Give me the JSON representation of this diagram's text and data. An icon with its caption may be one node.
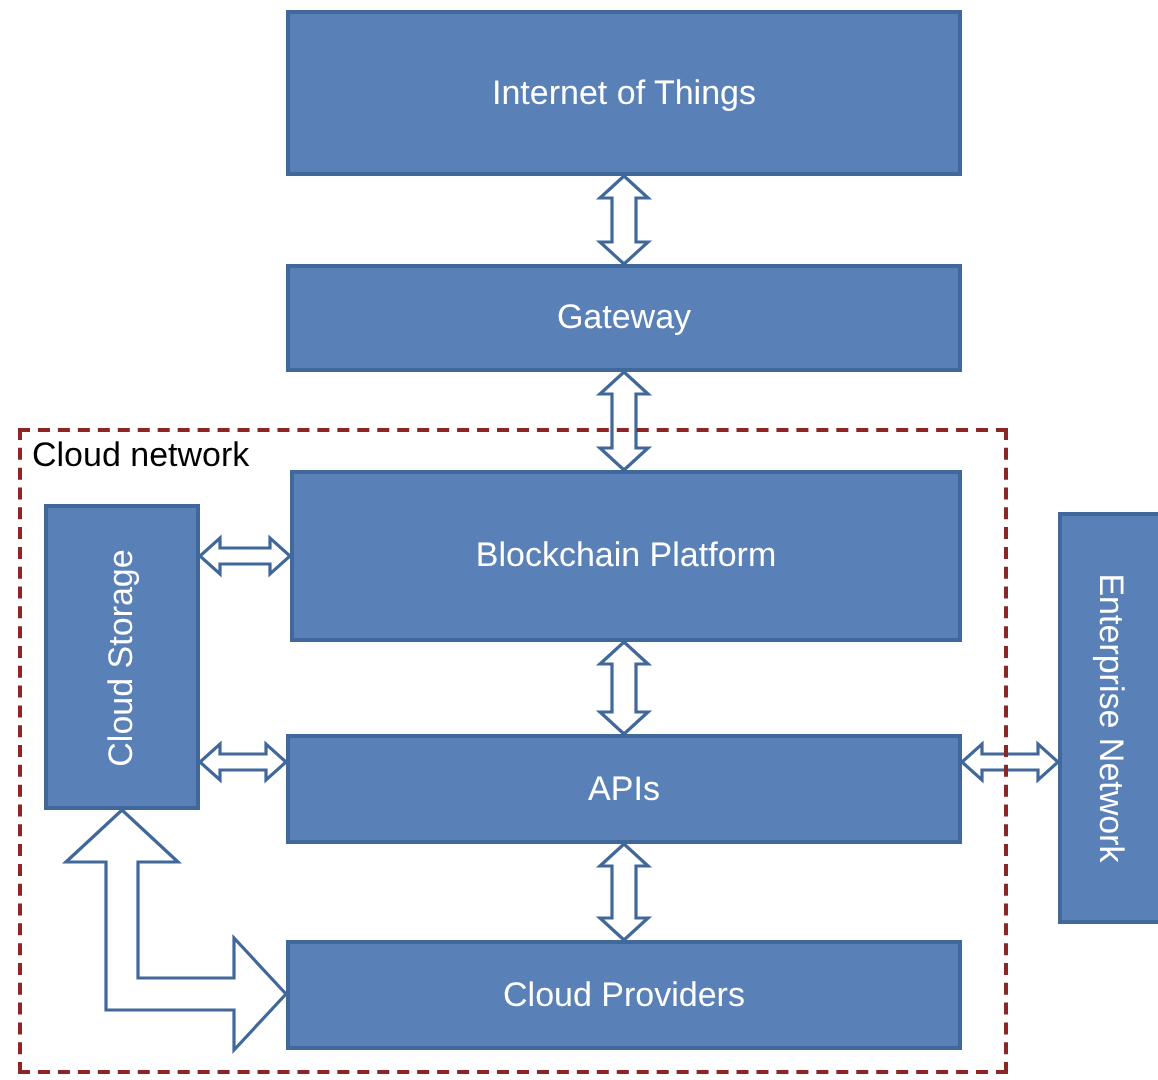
{
  "diagram": {
    "nodes": [
      {
        "text": [
          "Internet of Things"
        ]
      },
      {
        "text": [
          "Gateway"
        ]
      },
      {
        "text": [
          "Cloud network"
        ]
      },
      {
        "text": [
          "Cloud Storage"
        ],
        "in": 2
      },
      {
        "text": [
          "Blockchain Platform"
        ],
        "in": 2
      },
      {
        "text": [
          "APIs"
        ],
        "in": 2
      },
      {
        "text": [
          "Cloud Providers"
        ],
        "in": 2
      },
      {
        "text": [
          "Enterprise Network"
        ]
      }
    ],
    "edges": [
      {
        "from": 0,
        "to": 1,
        "arrow": "both"
      },
      {
        "from": 1,
        "to": 4,
        "arrow": "both"
      },
      {
        "from": 3,
        "to": 4,
        "arrow": "both"
      },
      {
        "from": 4,
        "to": 5,
        "arrow": "both"
      },
      {
        "from": 3,
        "to": 5,
        "arrow": "both"
      },
      {
        "from": 5,
        "to": 7,
        "arrow": "both"
      },
      {
        "from": 5,
        "to": 6,
        "arrow": "both"
      },
      {
        "from": 3,
        "to": 6,
        "arrow": "both"
      }
    ]
  }
}
